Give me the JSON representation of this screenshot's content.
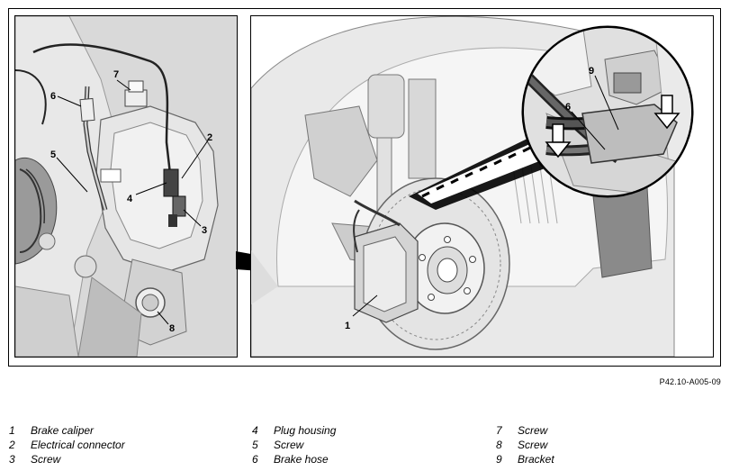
{
  "figure_ref": "P42.10-A005-09",
  "callouts": {
    "left_panel": [
      "7",
      "6",
      "5",
      "2",
      "4",
      "3",
      "8"
    ],
    "main_panel": [
      "1"
    ],
    "inset": [
      "9",
      "6"
    ]
  },
  "legend": [
    [
      {
        "num": "1",
        "label": "Brake caliper"
      },
      {
        "num": "2",
        "label": "Electrical connector"
      },
      {
        "num": "3",
        "label": "Screw"
      }
    ],
    [
      {
        "num": "4",
        "label": "Plug housing"
      },
      {
        "num": "5",
        "label": "Screw"
      },
      {
        "num": "6",
        "label": "Brake hose"
      }
    ],
    [
      {
        "num": "7",
        "label": "Screw"
      },
      {
        "num": "8",
        "label": "Screw"
      },
      {
        "num": "9",
        "label": "Bracket"
      }
    ]
  ]
}
